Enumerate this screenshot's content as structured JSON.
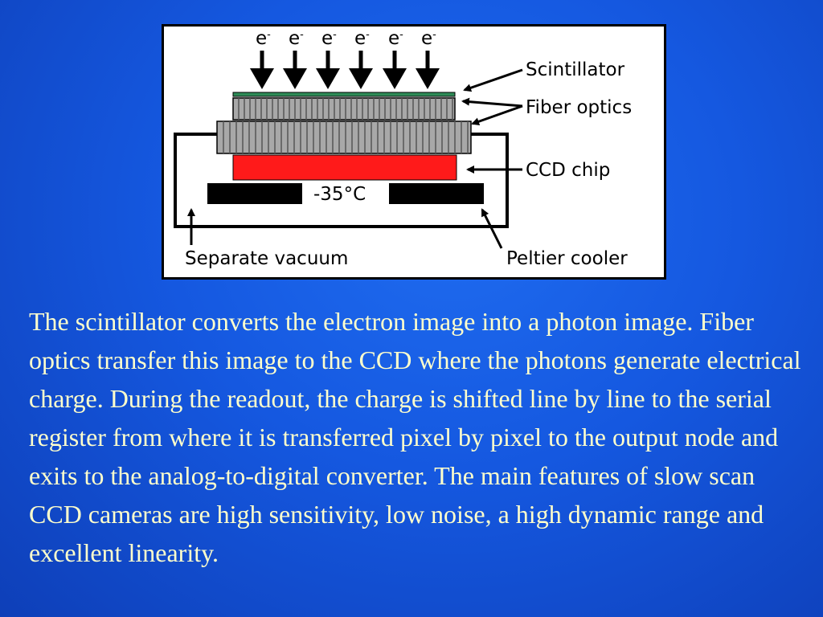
{
  "diagram": {
    "electron_label": "e",
    "electron_sup": "-",
    "labels": {
      "scintillator": "Scintillator",
      "fiber_optics": "Fiber optics",
      "ccd_chip": "CCD chip",
      "temperature": "-35°C",
      "separate_vacuum": "Separate vacuum",
      "peltier_cooler": "Peltier cooler"
    },
    "colors": {
      "ccd_chip": "#ff1a1a",
      "fiber_optics": "#a8a8a8",
      "scintillator": "#2e8b57",
      "peltier": "#000000"
    }
  },
  "caption": "The scintillator converts the electron image into a photon image. Fiber optics transfer this image to the CCD where the photons generate electrical charge. During the readout, the charge is shifted line by line to the serial register from where it is transferred pixel by pixel to the output node and exits to the analog-to-digital converter. The main features of slow scan CCD cameras are high sensitivity, low noise, a high dynamic range and excellent linearity."
}
